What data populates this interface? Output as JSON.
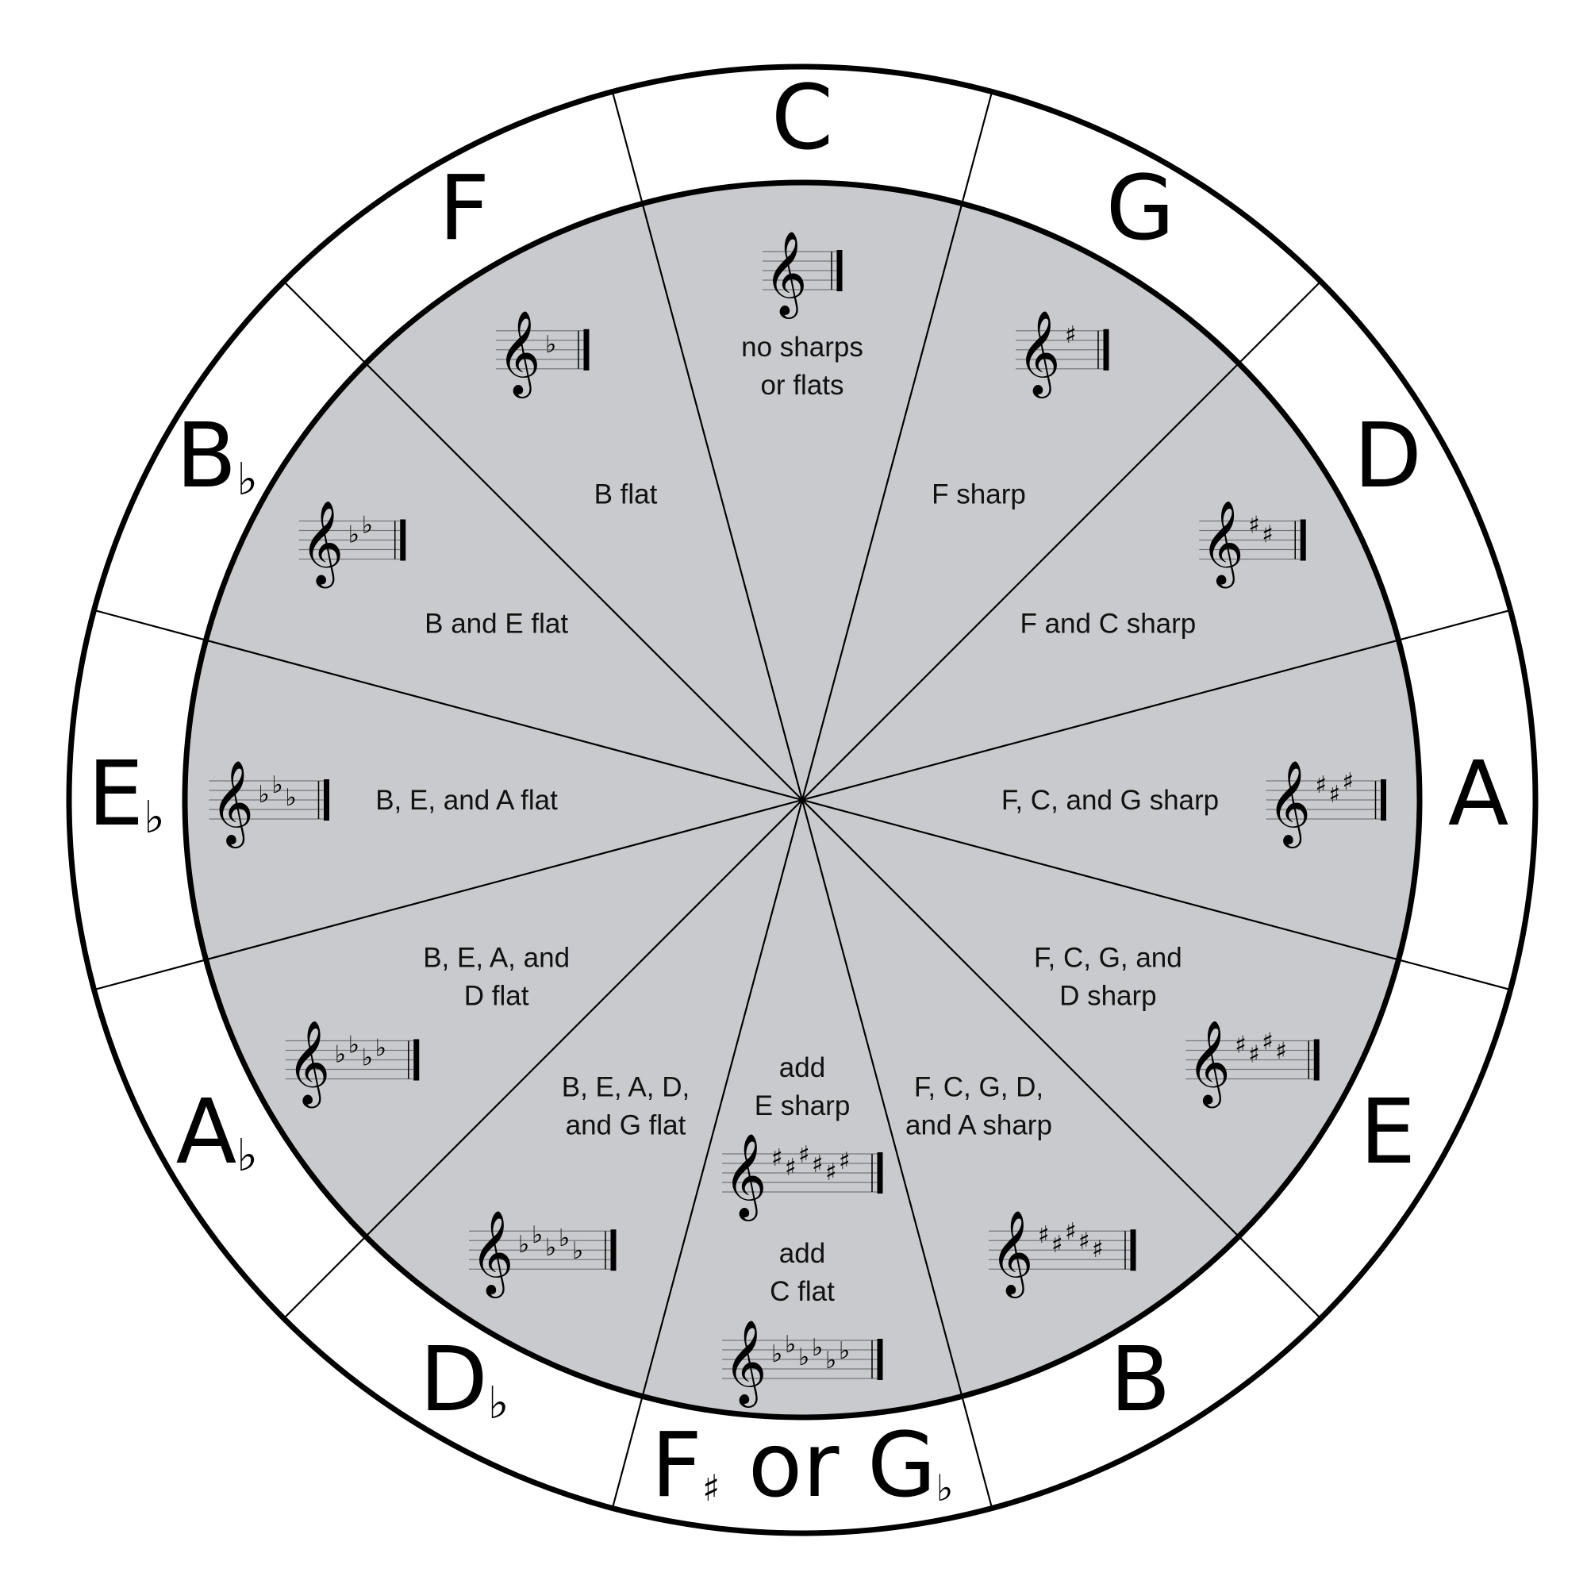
{
  "colors": {
    "inner_fill": "#c8cace",
    "outer_fill": "#ffffff",
    "stroke": "#000000"
  },
  "clef_glyph": "𝄞",
  "segments": [
    {
      "key": "C",
      "accidental": "",
      "label_lines": [
        "no sharps",
        "or flats"
      ],
      "signature": {
        "type": "none",
        "count": 0
      }
    },
    {
      "key": "G",
      "accidental": "",
      "label_lines": [
        "F sharp"
      ],
      "signature": {
        "type": "sharp",
        "count": 1
      }
    },
    {
      "key": "D",
      "accidental": "",
      "label_lines": [
        "F and C sharp"
      ],
      "signature": {
        "type": "sharp",
        "count": 2
      }
    },
    {
      "key": "A",
      "accidental": "",
      "label_lines": [
        "F, C, and G sharp"
      ],
      "signature": {
        "type": "sharp",
        "count": 3
      }
    },
    {
      "key": "E",
      "accidental": "",
      "label_lines": [
        "F, C, G, and",
        "D sharp"
      ],
      "signature": {
        "type": "sharp",
        "count": 4
      }
    },
    {
      "key": "B",
      "accidental": "",
      "label_lines": [
        "F, C, G, D,",
        "and A sharp"
      ],
      "signature": {
        "type": "sharp",
        "count": 5
      }
    },
    {
      "key": "F",
      "accidental": "♯",
      "key_suffix": " or ",
      "key2": "G",
      "accidental2": "♭",
      "label_lines": [
        "add",
        "E sharp"
      ],
      "signature": {
        "type": "sharp",
        "count": 6
      },
      "label_lines_2": [
        "add",
        "C flat"
      ],
      "signature_2": {
        "type": "flat",
        "count": 6
      }
    },
    {
      "key": "D",
      "accidental": "♭",
      "label_lines": [
        "B, E, A, D,",
        "and G flat"
      ],
      "signature": {
        "type": "flat",
        "count": 5
      }
    },
    {
      "key": "A",
      "accidental": "♭",
      "label_lines": [
        "B, E, A, and",
        "D flat"
      ],
      "signature": {
        "type": "flat",
        "count": 4
      }
    },
    {
      "key": "E",
      "accidental": "♭",
      "label_lines": [
        "B, E, and A flat"
      ],
      "signature": {
        "type": "flat",
        "count": 3
      }
    },
    {
      "key": "B",
      "accidental": "♭",
      "label_lines": [
        "B and E flat"
      ],
      "signature": {
        "type": "flat",
        "count": 2
      }
    },
    {
      "key": "F",
      "accidental": "",
      "label_lines": [
        "B flat"
      ],
      "signature": {
        "type": "flat",
        "count": 1
      }
    }
  ]
}
